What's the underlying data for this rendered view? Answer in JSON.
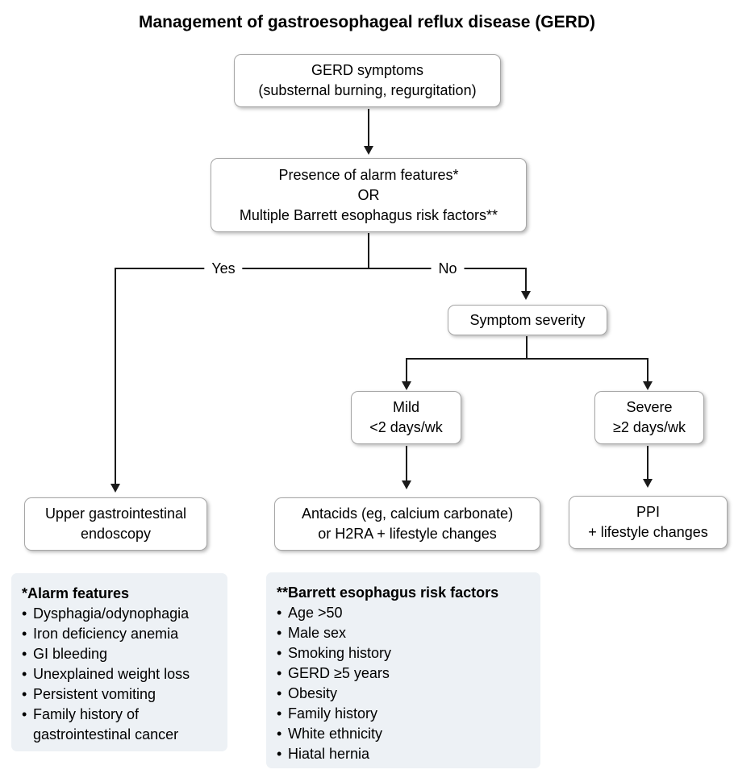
{
  "title": "Management of gastroesophageal reflux disease (GERD)",
  "nodes": {
    "gerd_symptoms": {
      "lines": [
        "GERD symptoms",
        "(substernal burning, regurgitation)"
      ]
    },
    "alarm_check": {
      "lines": [
        "Presence of alarm features*",
        "OR",
        "Multiple Barrett esophagus risk factors**"
      ]
    },
    "symptom_severity": {
      "lines": [
        "Symptom severity"
      ]
    },
    "mild": {
      "lines": [
        "Mild",
        "<2 days/wk"
      ]
    },
    "severe": {
      "lines": [
        "Severe",
        "≥2 days/wk"
      ]
    },
    "endoscopy": {
      "lines": [
        "Upper gastrointestinal",
        "endoscopy"
      ]
    },
    "antacids": {
      "lines": [
        "Antacids (eg, calcium carbonate)",
        "or H2RA + lifestyle changes"
      ]
    },
    "ppi": {
      "lines": [
        "PPI",
        "+ lifestyle changes"
      ]
    }
  },
  "branches": {
    "yes_label": "Yes",
    "no_label": "No"
  },
  "notes": {
    "bullet": "•",
    "alarm": {
      "title": "*Alarm features",
      "items": [
        "Dysphagia/odynophagia",
        "Iron deficiency anemia",
        "GI bleeding",
        "Unexplained weight loss",
        "Persistent vomiting",
        "Family history of gastrointestinal cancer"
      ]
    },
    "barrett": {
      "title": "**Barrett esophagus risk factors",
      "items": [
        "Age >50",
        "Male sex",
        "Smoking history",
        "GERD ≥5 years",
        "Obesity",
        "Family history",
        "White ethnicity",
        "Hiatal hernia"
      ]
    }
  },
  "colors": {
    "background": "#ffffff",
    "box_border": "#a6a6a6",
    "line": "#1a1a1a",
    "note_background": "#edf1f5",
    "text": "#000000"
  }
}
